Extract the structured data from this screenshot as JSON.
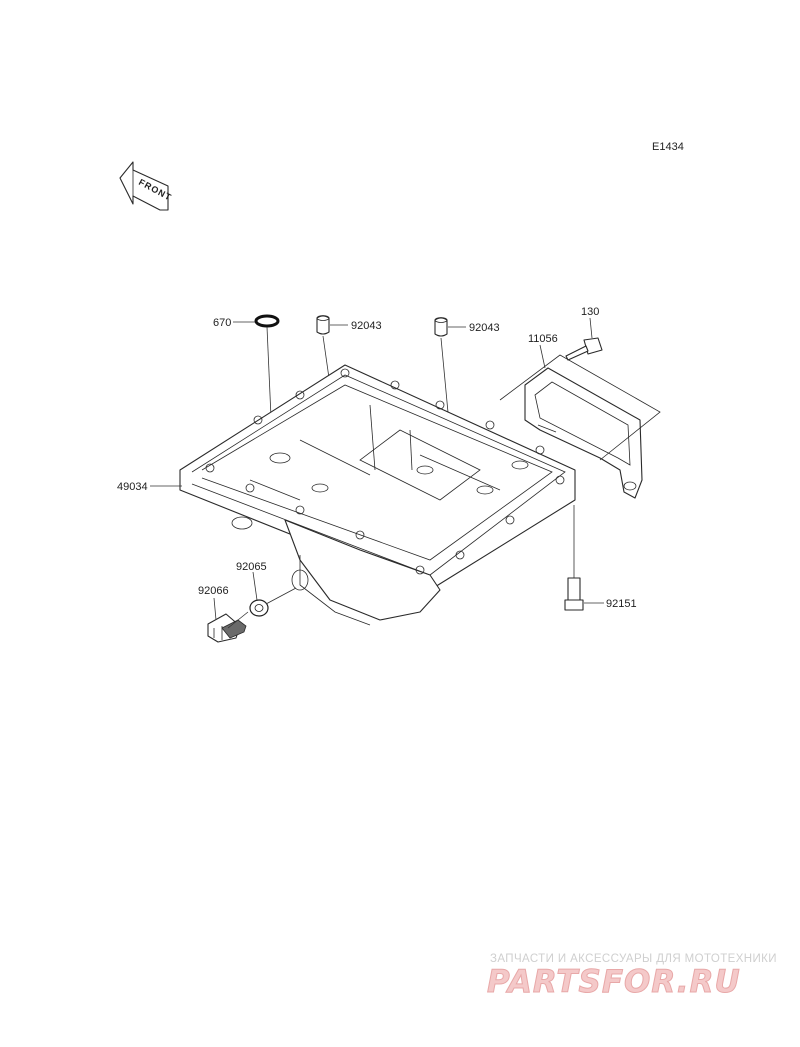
{
  "diagram_code": "E1434",
  "front_label": "FRONT",
  "parts": [
    {
      "label": "670"
    },
    {
      "label": "92043"
    },
    {
      "label": "92043"
    },
    {
      "label": "130"
    },
    {
      "label": "11056"
    },
    {
      "label": "49034"
    },
    {
      "label": "92065"
    },
    {
      "label": "92066"
    },
    {
      "label": "92151"
    }
  ],
  "watermark": {
    "tagline": "ЗАПЧАСТИ И АКСЕССУАРЫ ДЛЯ МОТОТЕХНИКИ",
    "logo": "PARTSFOR.RU"
  }
}
